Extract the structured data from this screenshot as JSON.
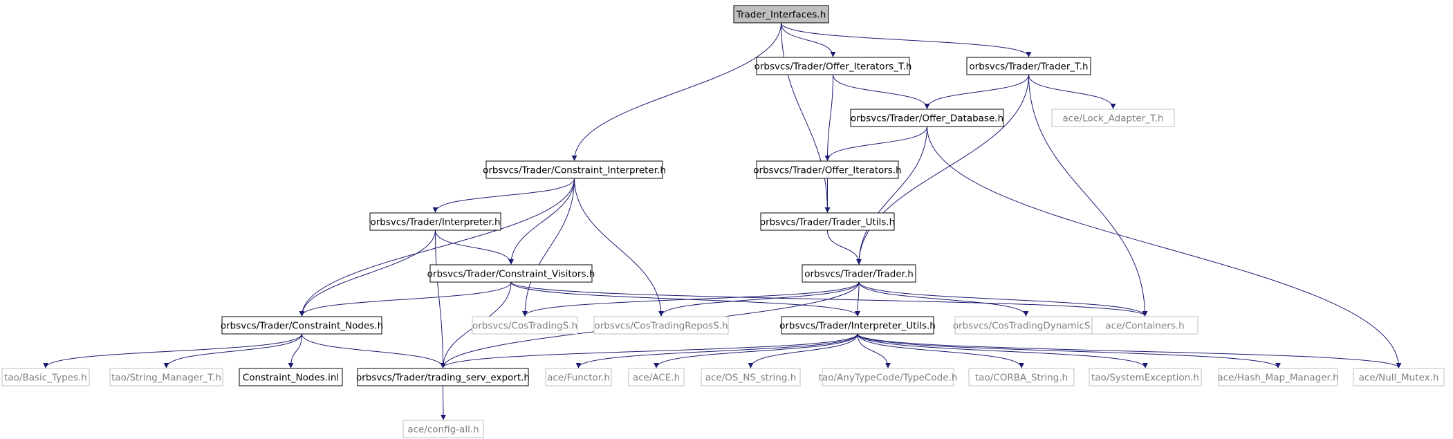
{
  "colors": {
    "edge": "#191970",
    "solid_border": "#000000",
    "gray_border": "#bfbfbf",
    "gray_text": "#7f7f7f",
    "root_fill": "#bfbfbf"
  },
  "nodes": [
    {
      "id": "root",
      "label": "Trader_Interfaces.h",
      "style": "root"
    },
    {
      "id": "offer_iter_t",
      "label": "orbsvcs/Trader/Offer_Iterators_T.h",
      "style": "solid"
    },
    {
      "id": "trader_t",
      "label": "orbsvcs/Trader/Trader_T.h",
      "style": "solid"
    },
    {
      "id": "offer_db",
      "label": "orbsvcs/Trader/Offer_Database.h",
      "style": "solid"
    },
    {
      "id": "lock_adapter",
      "label": "ace/Lock_Adapter_T.h",
      "style": "gray"
    },
    {
      "id": "constraint_interp",
      "label": "orbsvcs/Trader/Constraint_Interpreter.h",
      "style": "solid"
    },
    {
      "id": "offer_iter",
      "label": "orbsvcs/Trader/Offer_Iterators.h",
      "style": "solid"
    },
    {
      "id": "interpreter",
      "label": "orbsvcs/Trader/Interpreter.h",
      "style": "solid"
    },
    {
      "id": "trader_utils",
      "label": "orbsvcs/Trader/Trader_Utils.h",
      "style": "solid"
    },
    {
      "id": "constraint_visitors",
      "label": "orbsvcs/Trader/Constraint_Visitors.h",
      "style": "solid"
    },
    {
      "id": "trader_h",
      "label": "orbsvcs/Trader/Trader.h",
      "style": "solid"
    },
    {
      "id": "constraint_nodes",
      "label": "orbsvcs/Trader/Constraint_Nodes.h",
      "style": "solid"
    },
    {
      "id": "cos_trading_s",
      "label": "orbsvcs/CosTradingS.h",
      "style": "gray"
    },
    {
      "id": "cos_trading_repos",
      "label": "orbsvcs/CosTradingReposS.h",
      "style": "gray"
    },
    {
      "id": "interp_utils",
      "label": "orbsvcs/Trader/Interpreter_Utils.h",
      "style": "solid"
    },
    {
      "id": "cos_trading_dyn",
      "label": "orbsvcs/CosTradingDynamicS.h",
      "style": "gray"
    },
    {
      "id": "containers",
      "label": "ace/Containers.h",
      "style": "gray"
    },
    {
      "id": "basic_types",
      "label": "tao/Basic_Types.h",
      "style": "gray"
    },
    {
      "id": "string_mgr",
      "label": "tao/String_Manager_T.h",
      "style": "gray"
    },
    {
      "id": "constraint_nodes_inl",
      "label": "Constraint_Nodes.inl",
      "style": "solid"
    },
    {
      "id": "trading_export",
      "label": "orbsvcs/Trader/trading_serv_export.h",
      "style": "solid"
    },
    {
      "id": "functor",
      "label": "ace/Functor.h",
      "style": "gray"
    },
    {
      "id": "ace_h",
      "label": "ace/ACE.h",
      "style": "gray"
    },
    {
      "id": "os_ns_string",
      "label": "ace/OS_NS_string.h",
      "style": "gray"
    },
    {
      "id": "typecode",
      "label": "tao/AnyTypeCode/TypeCode.h",
      "style": "gray"
    },
    {
      "id": "corba_string",
      "label": "tao/CORBA_String.h",
      "style": "gray"
    },
    {
      "id": "sys_exception",
      "label": "tao/SystemException.h",
      "style": "gray"
    },
    {
      "id": "hash_map",
      "label": "ace/Hash_Map_Manager.h",
      "style": "gray"
    },
    {
      "id": "null_mutex",
      "label": "ace/Null_Mutex.h",
      "style": "gray"
    },
    {
      "id": "config_all",
      "label": "ace/config-all.h",
      "style": "gray"
    }
  ],
  "edges": [
    [
      "root",
      "offer_iter_t"
    ],
    [
      "root",
      "trader_t"
    ],
    [
      "root",
      "constraint_interp"
    ],
    [
      "root",
      "trader_utils"
    ],
    [
      "offer_iter_t",
      "offer_db"
    ],
    [
      "offer_iter_t",
      "offer_iter"
    ],
    [
      "trader_t",
      "offer_db"
    ],
    [
      "trader_t",
      "lock_adapter"
    ],
    [
      "trader_t",
      "trader_h"
    ],
    [
      "trader_t",
      "containers"
    ],
    [
      "offer_db",
      "offer_iter"
    ],
    [
      "offer_db",
      "trader_h"
    ],
    [
      "offer_db",
      "null_mutex"
    ],
    [
      "offer_iter",
      "trader_utils"
    ],
    [
      "trader_utils",
      "trader_h"
    ],
    [
      "constraint_interp",
      "interpreter"
    ],
    [
      "constraint_interp",
      "constraint_visitors"
    ],
    [
      "constraint_interp",
      "constraint_nodes"
    ],
    [
      "constraint_interp",
      "cos_trading_s"
    ],
    [
      "constraint_interp",
      "cos_trading_repos"
    ],
    [
      "interpreter",
      "constraint_visitors"
    ],
    [
      "interpreter",
      "constraint_nodes"
    ],
    [
      "interpreter",
      "trading_export"
    ],
    [
      "constraint_visitors",
      "constraint_nodes"
    ],
    [
      "constraint_visitors",
      "interp_utils"
    ],
    [
      "constraint_visitors",
      "trading_export"
    ],
    [
      "constraint_visitors",
      "containers"
    ],
    [
      "trader_h",
      "cos_trading_s"
    ],
    [
      "trader_h",
      "cos_trading_repos"
    ],
    [
      "trader_h",
      "interp_utils"
    ],
    [
      "trader_h",
      "cos_trading_dyn"
    ],
    [
      "trader_h",
      "containers"
    ],
    [
      "trader_h",
      "trading_export"
    ],
    [
      "constraint_nodes",
      "basic_types"
    ],
    [
      "constraint_nodes",
      "string_mgr"
    ],
    [
      "constraint_nodes",
      "constraint_nodes_inl"
    ],
    [
      "constraint_nodes",
      "trading_export"
    ],
    [
      "interp_utils",
      "trading_export"
    ],
    [
      "interp_utils",
      "functor"
    ],
    [
      "interp_utils",
      "ace_h"
    ],
    [
      "interp_utils",
      "os_ns_string"
    ],
    [
      "interp_utils",
      "typecode"
    ],
    [
      "interp_utils",
      "corba_string"
    ],
    [
      "interp_utils",
      "sys_exception"
    ],
    [
      "interp_utils",
      "hash_map"
    ],
    [
      "interp_utils",
      "null_mutex"
    ],
    [
      "trading_export",
      "config_all"
    ]
  ]
}
